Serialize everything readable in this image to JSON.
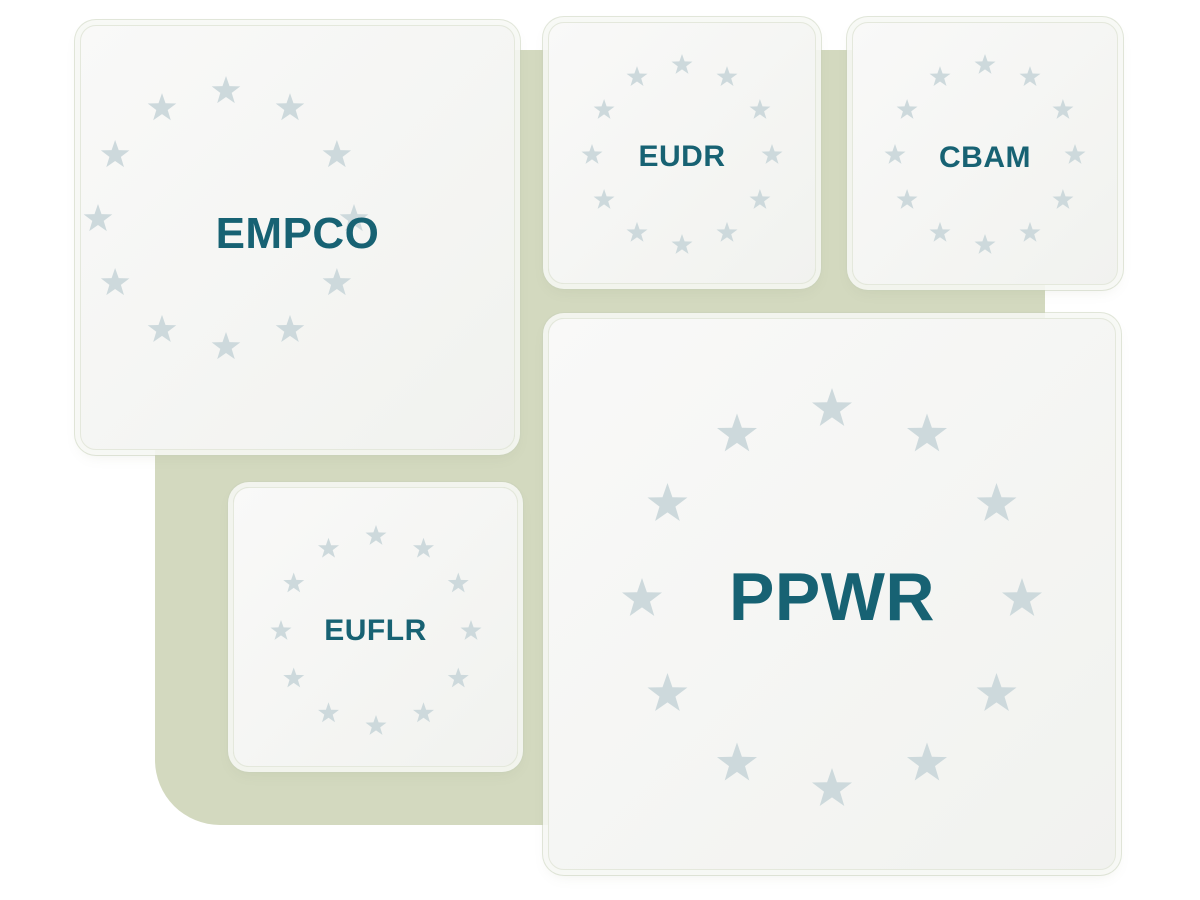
{
  "colors": {
    "backdrop": "#d3d9bf",
    "card": "#f5f5f4",
    "star": "#cdd9dc",
    "label": "#176273"
  },
  "cards": [
    {
      "id": "empco",
      "label": "EMPCO",
      "stars": 12,
      "icon": "eu-star-circle-icon"
    },
    {
      "id": "eudr",
      "label": "EUDR",
      "stars": 12,
      "icon": "eu-star-circle-icon"
    },
    {
      "id": "cbam",
      "label": "CBAM",
      "stars": 12,
      "icon": "eu-star-circle-icon"
    },
    {
      "id": "euflr",
      "label": "EUFLR",
      "stars": 12,
      "icon": "eu-star-circle-icon"
    },
    {
      "id": "ppwr",
      "label": "PPWR",
      "stars": 12,
      "icon": "eu-star-circle-icon"
    }
  ]
}
